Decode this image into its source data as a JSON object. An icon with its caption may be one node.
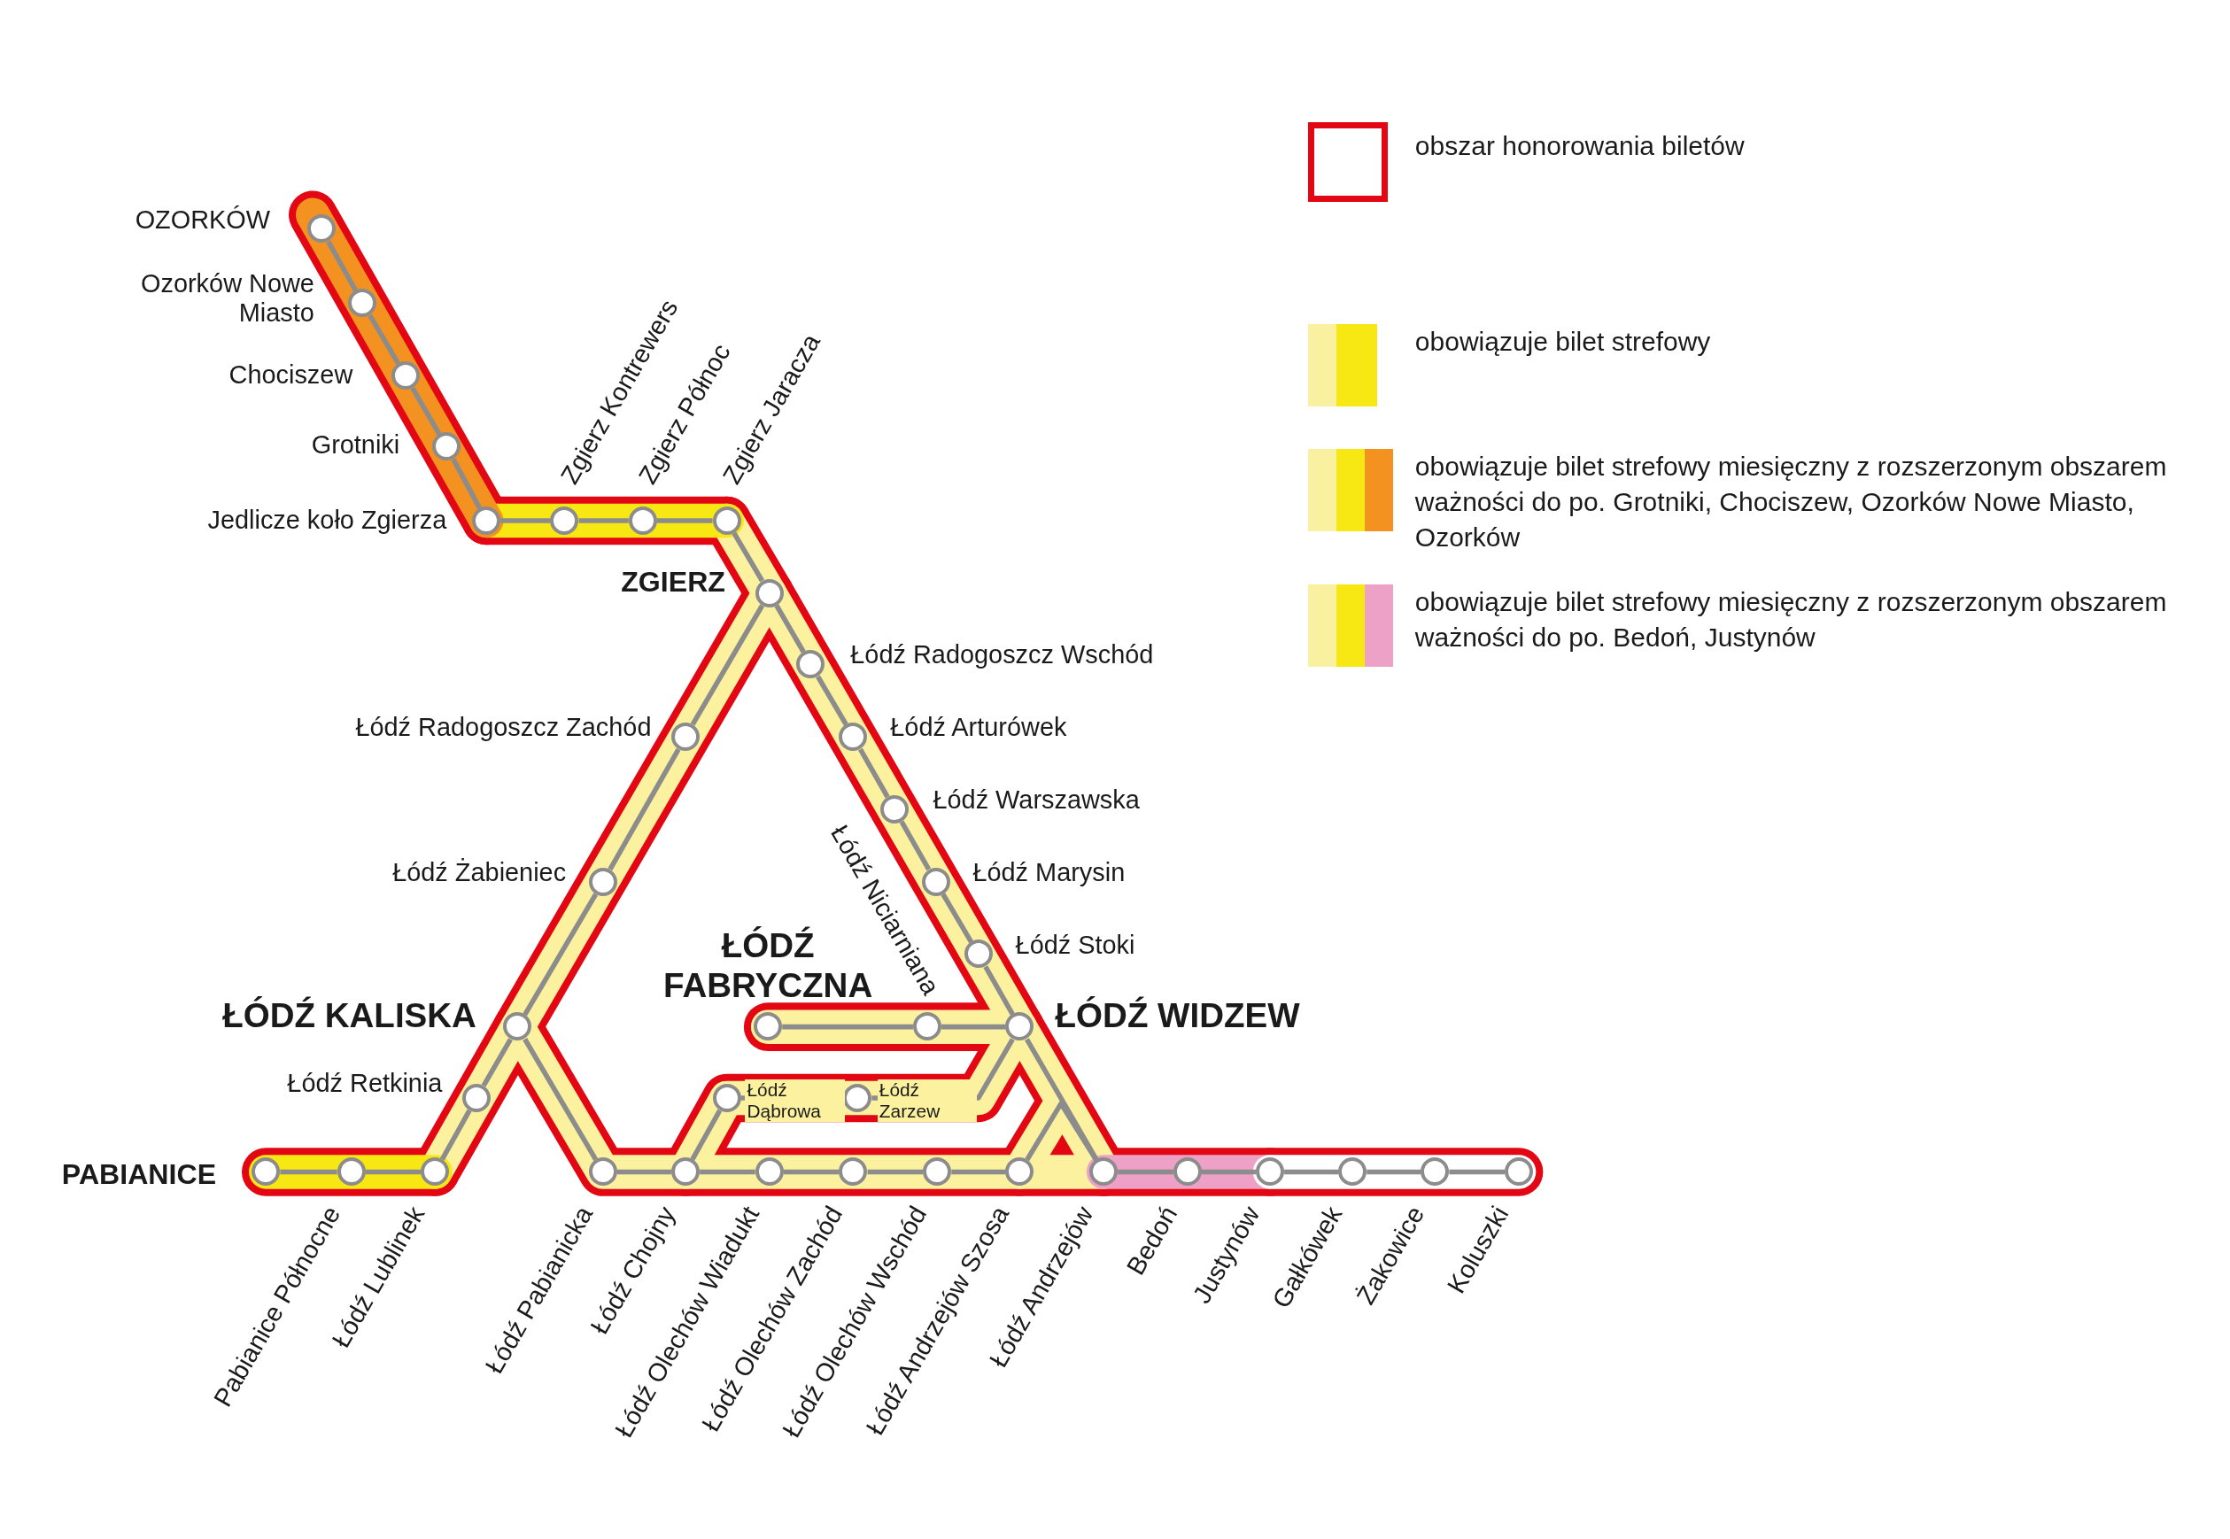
{
  "diagram": {
    "nodes": [
      {
        "text": [],
        "shape": "circle",
        "beside": [
          "OZORKÓW"
        ]
      },
      {
        "text": [],
        "shape": "circle",
        "beside": [
          "Ozorków Nowe Miasto"
        ]
      },
      {
        "text": [],
        "shape": "circle",
        "beside": [
          "Chociszew"
        ]
      },
      {
        "text": [],
        "shape": "circle",
        "beside": [
          "Grotniki"
        ]
      },
      {
        "text": [],
        "shape": "circle",
        "beside": [
          "Jedlicze koło Zgierza"
        ]
      },
      {
        "text": [],
        "shape": "circle",
        "beside": [
          "Zgierz Kontrewers"
        ]
      },
      {
        "text": [],
        "shape": "circle",
        "beside": [
          "Zgierz Północ"
        ]
      },
      {
        "text": [],
        "shape": "circle",
        "beside": [
          "Zgierz Jaracza"
        ]
      },
      {
        "text": [],
        "shape": "circle",
        "beside": [
          "ZGIERZ"
        ]
      },
      {
        "text": [],
        "shape": "circle",
        "beside": [
          "Łódź Radogoszcz Wschód"
        ]
      },
      {
        "text": [],
        "shape": "circle",
        "beside": [
          "Łódź Arturówek"
        ]
      },
      {
        "text": [],
        "shape": "circle",
        "beside": [
          "Łódź Warszawska"
        ]
      },
      {
        "text": [],
        "shape": "circle",
        "beside": [
          "Łódź Marysin"
        ]
      },
      {
        "text": [],
        "shape": "circle",
        "beside": [
          "Łódź Stoki"
        ]
      },
      {
        "text": [],
        "shape": "circle",
        "beside": [
          "ŁÓDŹ WIDZEW"
        ]
      },
      {
        "text": [],
        "shape": "circle",
        "beside": [
          "Łódź Radogoszcz Zachód"
        ]
      },
      {
        "text": [],
        "shape": "circle",
        "beside": [
          "Łódź Żabieniec"
        ]
      },
      {
        "text": [],
        "shape": "circle",
        "beside": [
          "ŁÓDŹ KALISKA"
        ]
      },
      {
        "text": [],
        "shape": "circle",
        "beside": [
          "Łódź Retkinia"
        ]
      },
      {
        "text": [],
        "shape": "circle",
        "beside": [
          "Łódź Lublinek"
        ]
      },
      {
        "text": [],
        "shape": "circle",
        "beside": [
          "Pabianice Północne"
        ]
      },
      {
        "text": [],
        "shape": "circle",
        "beside": [
          "PABIANICE"
        ]
      },
      {
        "text": [],
        "shape": "circle",
        "beside": [
          "ŁÓDŹ FABRYCZNA"
        ]
      },
      {
        "text": [],
        "shape": "circle"
      },
      {
        "text": [],
        "shape": "circle",
        "beside": [
          "Łódź Dąbrowa"
        ]
      },
      {
        "text": [],
        "shape": "circle",
        "beside": [
          "Łódź Zarzew"
        ]
      },
      {
        "text": [],
        "shape": "circle",
        "beside": [
          "Łódź Pabianicka"
        ]
      },
      {
        "text": [],
        "shape": "circle",
        "beside": [
          "Łódź Chojny"
        ]
      },
      {
        "text": [],
        "shape": "circle",
        "beside": [
          "Łódź Olechów Wiadukt"
        ]
      },
      {
        "text": [],
        "shape": "circle",
        "beside": [
          "Łódź Olechów Zachód"
        ]
      },
      {
        "text": [],
        "shape": "circle",
        "beside": [
          "Łódź Olechów Wschód"
        ]
      },
      {
        "text": [],
        "shape": "circle",
        "beside": [
          "Łódź Andrzejów Szosa"
        ]
      },
      {
        "text": [],
        "shape": "circle",
        "beside": [
          "Łódź Andrzejów"
        ]
      },
      {
        "text": [],
        "shape": "circle",
        "beside": [
          "Bedoń"
        ]
      },
      {
        "text": [],
        "shape": "circle",
        "beside": [
          "Justynów"
        ]
      },
      {
        "text": [],
        "shape": "circle",
        "beside": [
          "Gałkówek"
        ]
      },
      {
        "text": [],
        "shape": "circle",
        "beside": [
          "Żakowice"
        ]
      },
      {
        "text": [],
        "shape": "circle",
        "beside": [
          "Koluszki"
        ]
      }
    ],
    "edges": [
      {
        "from": 0,
        "to": 1,
        "arrow": "none"
      },
      {
        "from": 1,
        "to": 2,
        "arrow": "none"
      },
      {
        "from": 2,
        "to": 3,
        "arrow": "none"
      },
      {
        "from": 3,
        "to": 4,
        "arrow": "none"
      },
      {
        "from": 4,
        "to": 5,
        "arrow": "none"
      },
      {
        "from": 5,
        "to": 6,
        "arrow": "none"
      },
      {
        "from": 6,
        "to": 7,
        "arrow": "none"
      },
      {
        "from": 7,
        "to": 8,
        "arrow": "none"
      },
      {
        "from": 8,
        "to": 9,
        "arrow": "none"
      },
      {
        "from": 9,
        "to": 10,
        "arrow": "none"
      },
      {
        "from": 10,
        "to": 11,
        "arrow": "none"
      },
      {
        "from": 11,
        "to": 12,
        "arrow": "none"
      },
      {
        "from": 12,
        "to": 13,
        "arrow": "none"
      },
      {
        "from": 13,
        "to": 14,
        "arrow": "none"
      },
      {
        "from": 8,
        "to": 15,
        "arrow": "none"
      },
      {
        "from": 15,
        "to": 16,
        "arrow": "none"
      },
      {
        "from": 16,
        "to": 17,
        "arrow": "none"
      },
      {
        "from": 17,
        "to": 18,
        "arrow": "none"
      },
      {
        "from": 18,
        "to": 19,
        "arrow": "none"
      },
      {
        "from": 19,
        "to": 20,
        "arrow": "none"
      },
      {
        "from": 20,
        "to": 21,
        "arrow": "none"
      },
      {
        "from": 22,
        "to": 23,
        "arrow": "none"
      },
      {
        "from": 23,
        "to": 14,
        "arrow": "none"
      },
      {
        "from": 17,
        "to": 26,
        "arrow": "none"
      },
      {
        "from": 26,
        "to": 27,
        "arrow": "none"
      },
      {
        "from": 27,
        "to": 28,
        "arrow": "none"
      },
      {
        "from": 28,
        "to": 29,
        "arrow": "none"
      },
      {
        "from": 29,
        "to": 30,
        "arrow": "none"
      },
      {
        "from": 30,
        "to": 31,
        "arrow": "none"
      },
      {
        "from": 27,
        "to": 24,
        "arrow": "none"
      },
      {
        "from": 24,
        "to": 25,
        "arrow": "none"
      },
      {
        "from": 25,
        "to": 14,
        "arrow": "none"
      },
      {
        "from": 14,
        "to": 32,
        "arrow": "none"
      },
      {
        "from": 31,
        "to": 32,
        "arrow": "none"
      },
      {
        "from": 32,
        "to": 33,
        "arrow": "none"
      },
      {
        "from": 33,
        "to": 34,
        "arrow": "none"
      },
      {
        "from": 34,
        "to": 35,
        "arrow": "none"
      },
      {
        "from": 35,
        "to": 36,
        "arrow": "none"
      },
      {
        "from": 36,
        "to": 37,
        "arrow": "none"
      }
    ],
    "labels": [
      "Łódź Niciarniana"
    ],
    "legend": [
      {
        "text": "obszar honorowania biletów"
      },
      {
        "text": "obowiązuje bilet strefowy",
        "color": "#f7e713"
      },
      {
        "text": "obowiązuje bilet strefowy miesięczny z rozszerzonym obszarem ważności do po. Grotniki, Chociszew, Ozorków Nowe Miasto, Ozorków",
        "color": "#f39220"
      },
      {
        "text": "obowiązuje bilet strefowy miesięczny z rozszerzonym obszarem ważności do po. Bedoń, Justynów",
        "color": "#eea1c6"
      }
    ]
  }
}
